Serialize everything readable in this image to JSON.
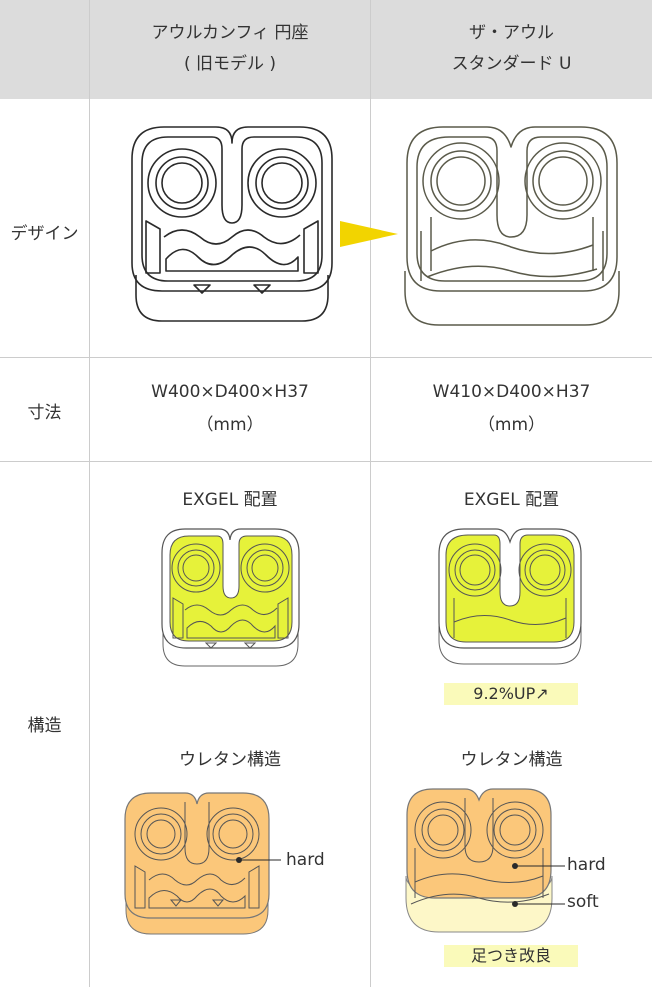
{
  "header": {
    "old_title": "アウルカンフィ 円座",
    "old_subtitle": "( 旧モデル )",
    "new_title": "ザ・アウル",
    "new_subtitle": "スタンダード U"
  },
  "rows": {
    "design_label": "デザイン",
    "dimensions_label": "寸法",
    "structure_label": "構造"
  },
  "dimensions": {
    "old_value": "W400×D400×H37",
    "old_unit": "（mm）",
    "new_value": "W410×D400×H37",
    "new_unit": "（mm）"
  },
  "structure": {
    "exgel_heading_old": "EXGEL 配置",
    "exgel_heading_new": "EXGEL 配置",
    "exgel_badge": "9.2%UP↗",
    "urethane_heading_old": "ウレタン構造",
    "urethane_heading_new": "ウレタン構造",
    "hard_label_old": "hard",
    "hard_label_new": "hard",
    "soft_label_new": "soft",
    "feet_badge": "足つき改良"
  },
  "colors": {
    "header_bg": "#dcdcdc",
    "exgel_yellow": "#e6f23a",
    "urethane_hard": "#fbc77a",
    "urethane_soft": "#fdf7c8",
    "highlight": "#fafaba",
    "arrow": "#f2d400",
    "new_outline": "#5a5a4a"
  }
}
